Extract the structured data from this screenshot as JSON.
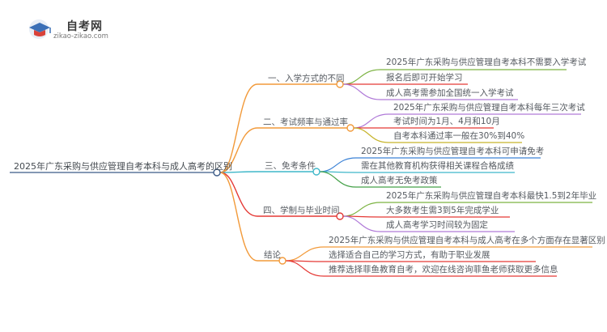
{
  "logo": {
    "title": "自考网",
    "subtitle": "zikao-zikao.com"
  },
  "mindmap": {
    "root": "2025年广东采购与供应管理自考本科与成人高考的区别",
    "branches": [
      {
        "label": "一、入学方式的不同",
        "color": "#f29a3a",
        "children": [
          {
            "text": "2025年广东采购与供应管理自考本科不需要入学考试",
            "color": "#7cb342"
          },
          {
            "text": "报名后即可开始学习",
            "color": "#e53935"
          },
          {
            "text": "成人高考需参加全国统一入学考试",
            "color": "#b07ad8"
          }
        ]
      },
      {
        "label": "二、考试频率与通过率",
        "color": "#f29a3a",
        "children": [
          {
            "text": "2025年广东采购与供应管理自考本科每年三次考试",
            "color": "#b07ad8"
          },
          {
            "text": "考试时间为1月、4月和10月",
            "color": "#e53935"
          },
          {
            "text": "自考本科通过率一般在30%到40%",
            "color": "#c6b42a"
          }
        ]
      },
      {
        "label": "三、免考条件",
        "color": "#3fb7c9",
        "children": [
          {
            "text": "2025年广东采购与供应管理自考本科可申请免考",
            "color": "#3b82d6"
          },
          {
            "text": "需在其他教育机构获得相关课程合格成绩",
            "color": "#3fb7c9"
          },
          {
            "text": "成人高考无免考政策",
            "color": "#43a047"
          }
        ]
      },
      {
        "label": "四、学制与毕业时间",
        "color": "#e53935",
        "children": [
          {
            "text": "2025年广东采购与供应管理自考本科最快1.5到2年毕业",
            "color": "#7cb342"
          },
          {
            "text": "大多数考生需3到5年完成学业",
            "color": "#e53935"
          },
          {
            "text": "成人高考学习时间较为固定",
            "color": "#b07ad8"
          }
        ]
      },
      {
        "label": "结论",
        "color": "#f29a3a",
        "children": [
          {
            "text": "2025年广东采购与供应管理自考本科与成人高考在多个方面存在显著区别",
            "color": "#f29a3a"
          },
          {
            "text": "选择适合自己的学习方式，有助于职业发展",
            "color": "#e53935"
          },
          {
            "text": "推荐选择菲鱼教育自考，欢迎在线咨询菲鱼老师获取更多信息",
            "color": "#e53935"
          }
        ]
      }
    ]
  }
}
